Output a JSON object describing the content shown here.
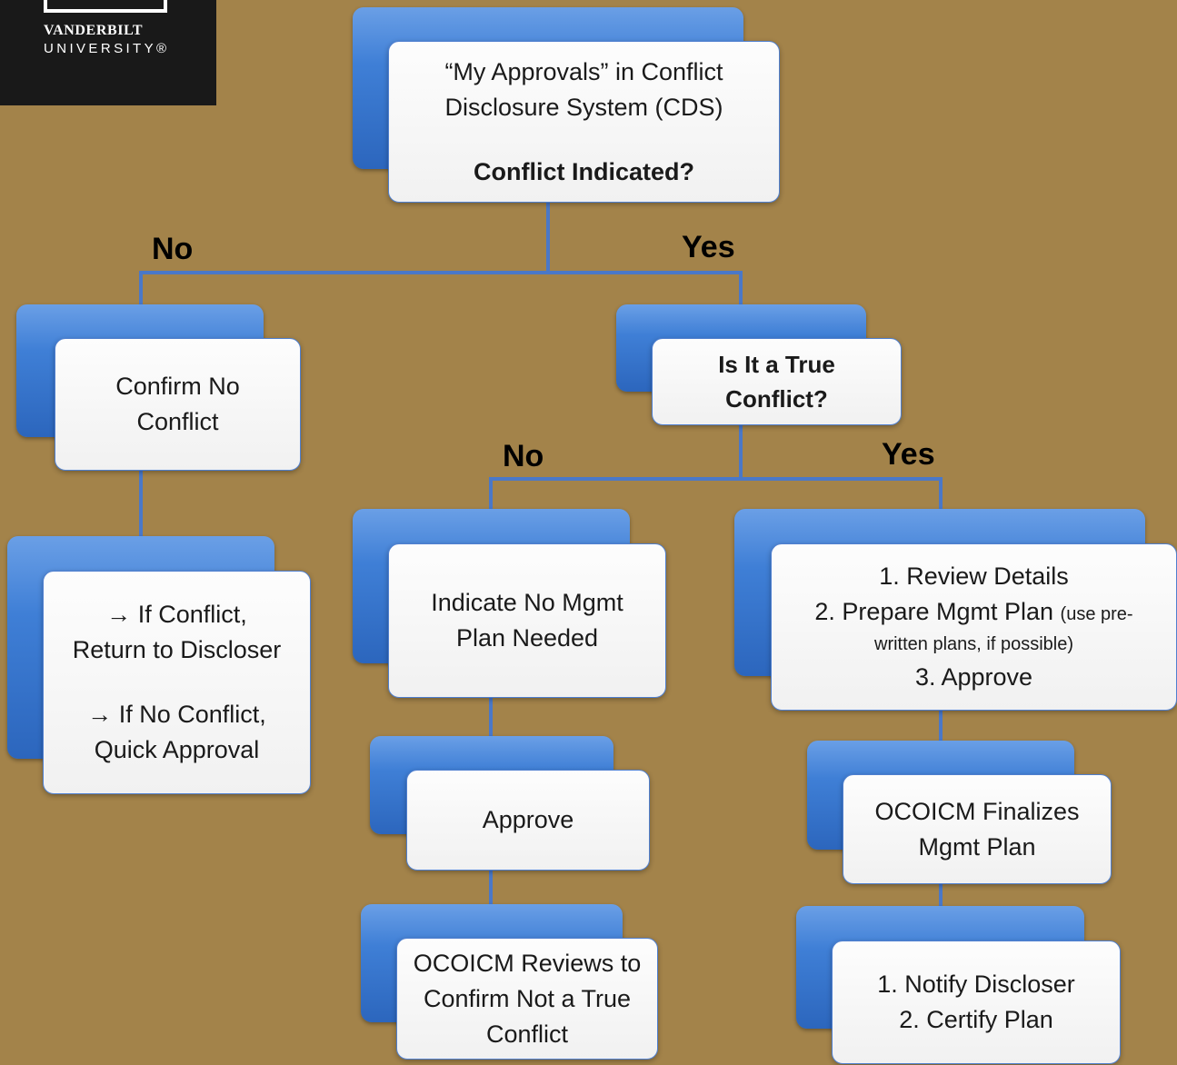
{
  "logo": {
    "line1": "VANDERBILT",
    "line2": "UNIVERSITY®"
  },
  "nodes": {
    "start": {
      "line1": "“My Approvals” in Conflict",
      "line2": "Disclosure System (CDS)",
      "question": "Conflict Indicated?"
    },
    "confirm_no_conflict": {
      "line1": "Confirm No",
      "line2": "Conflict"
    },
    "true_conflict": {
      "line1": "Is It a True",
      "line2": "Conflict?"
    },
    "return_or_approve": {
      "line1": "→ If Conflict,",
      "line2": "Return to Discloser",
      "line3": "→ If No Conflict,",
      "line4": "Quick Approval"
    },
    "no_mgmt_plan": {
      "line1": "Indicate No Mgmt",
      "line2": "Plan Needed"
    },
    "review_details": {
      "line1": "1. Review Details",
      "line2_main": "2. Prepare Mgmt Plan",
      "line2_note": "(use pre-",
      "line3_note": "written plans, if possible)",
      "line4": "3. Approve"
    },
    "approve": {
      "line1": "Approve"
    },
    "finalizes": {
      "line1": "OCOICM Finalizes",
      "line2": "Mgmt Plan"
    },
    "reviews_confirm": {
      "line1": "OCOICM Reviews to",
      "line2": "Confirm Not a True",
      "line3": "Conflict"
    },
    "notify": {
      "line1": "1. Notify Discloser",
      "line2": "2. Certify Plan"
    }
  },
  "branches": {
    "top_no": "No",
    "top_yes": "Yes",
    "mid_no": "No",
    "mid_yes": "Yes"
  },
  "colors": {
    "background": "#A3834A",
    "box_back": "#3F7FD6",
    "box_front": "#F1F1F1",
    "connector": "#4A78C8"
  }
}
